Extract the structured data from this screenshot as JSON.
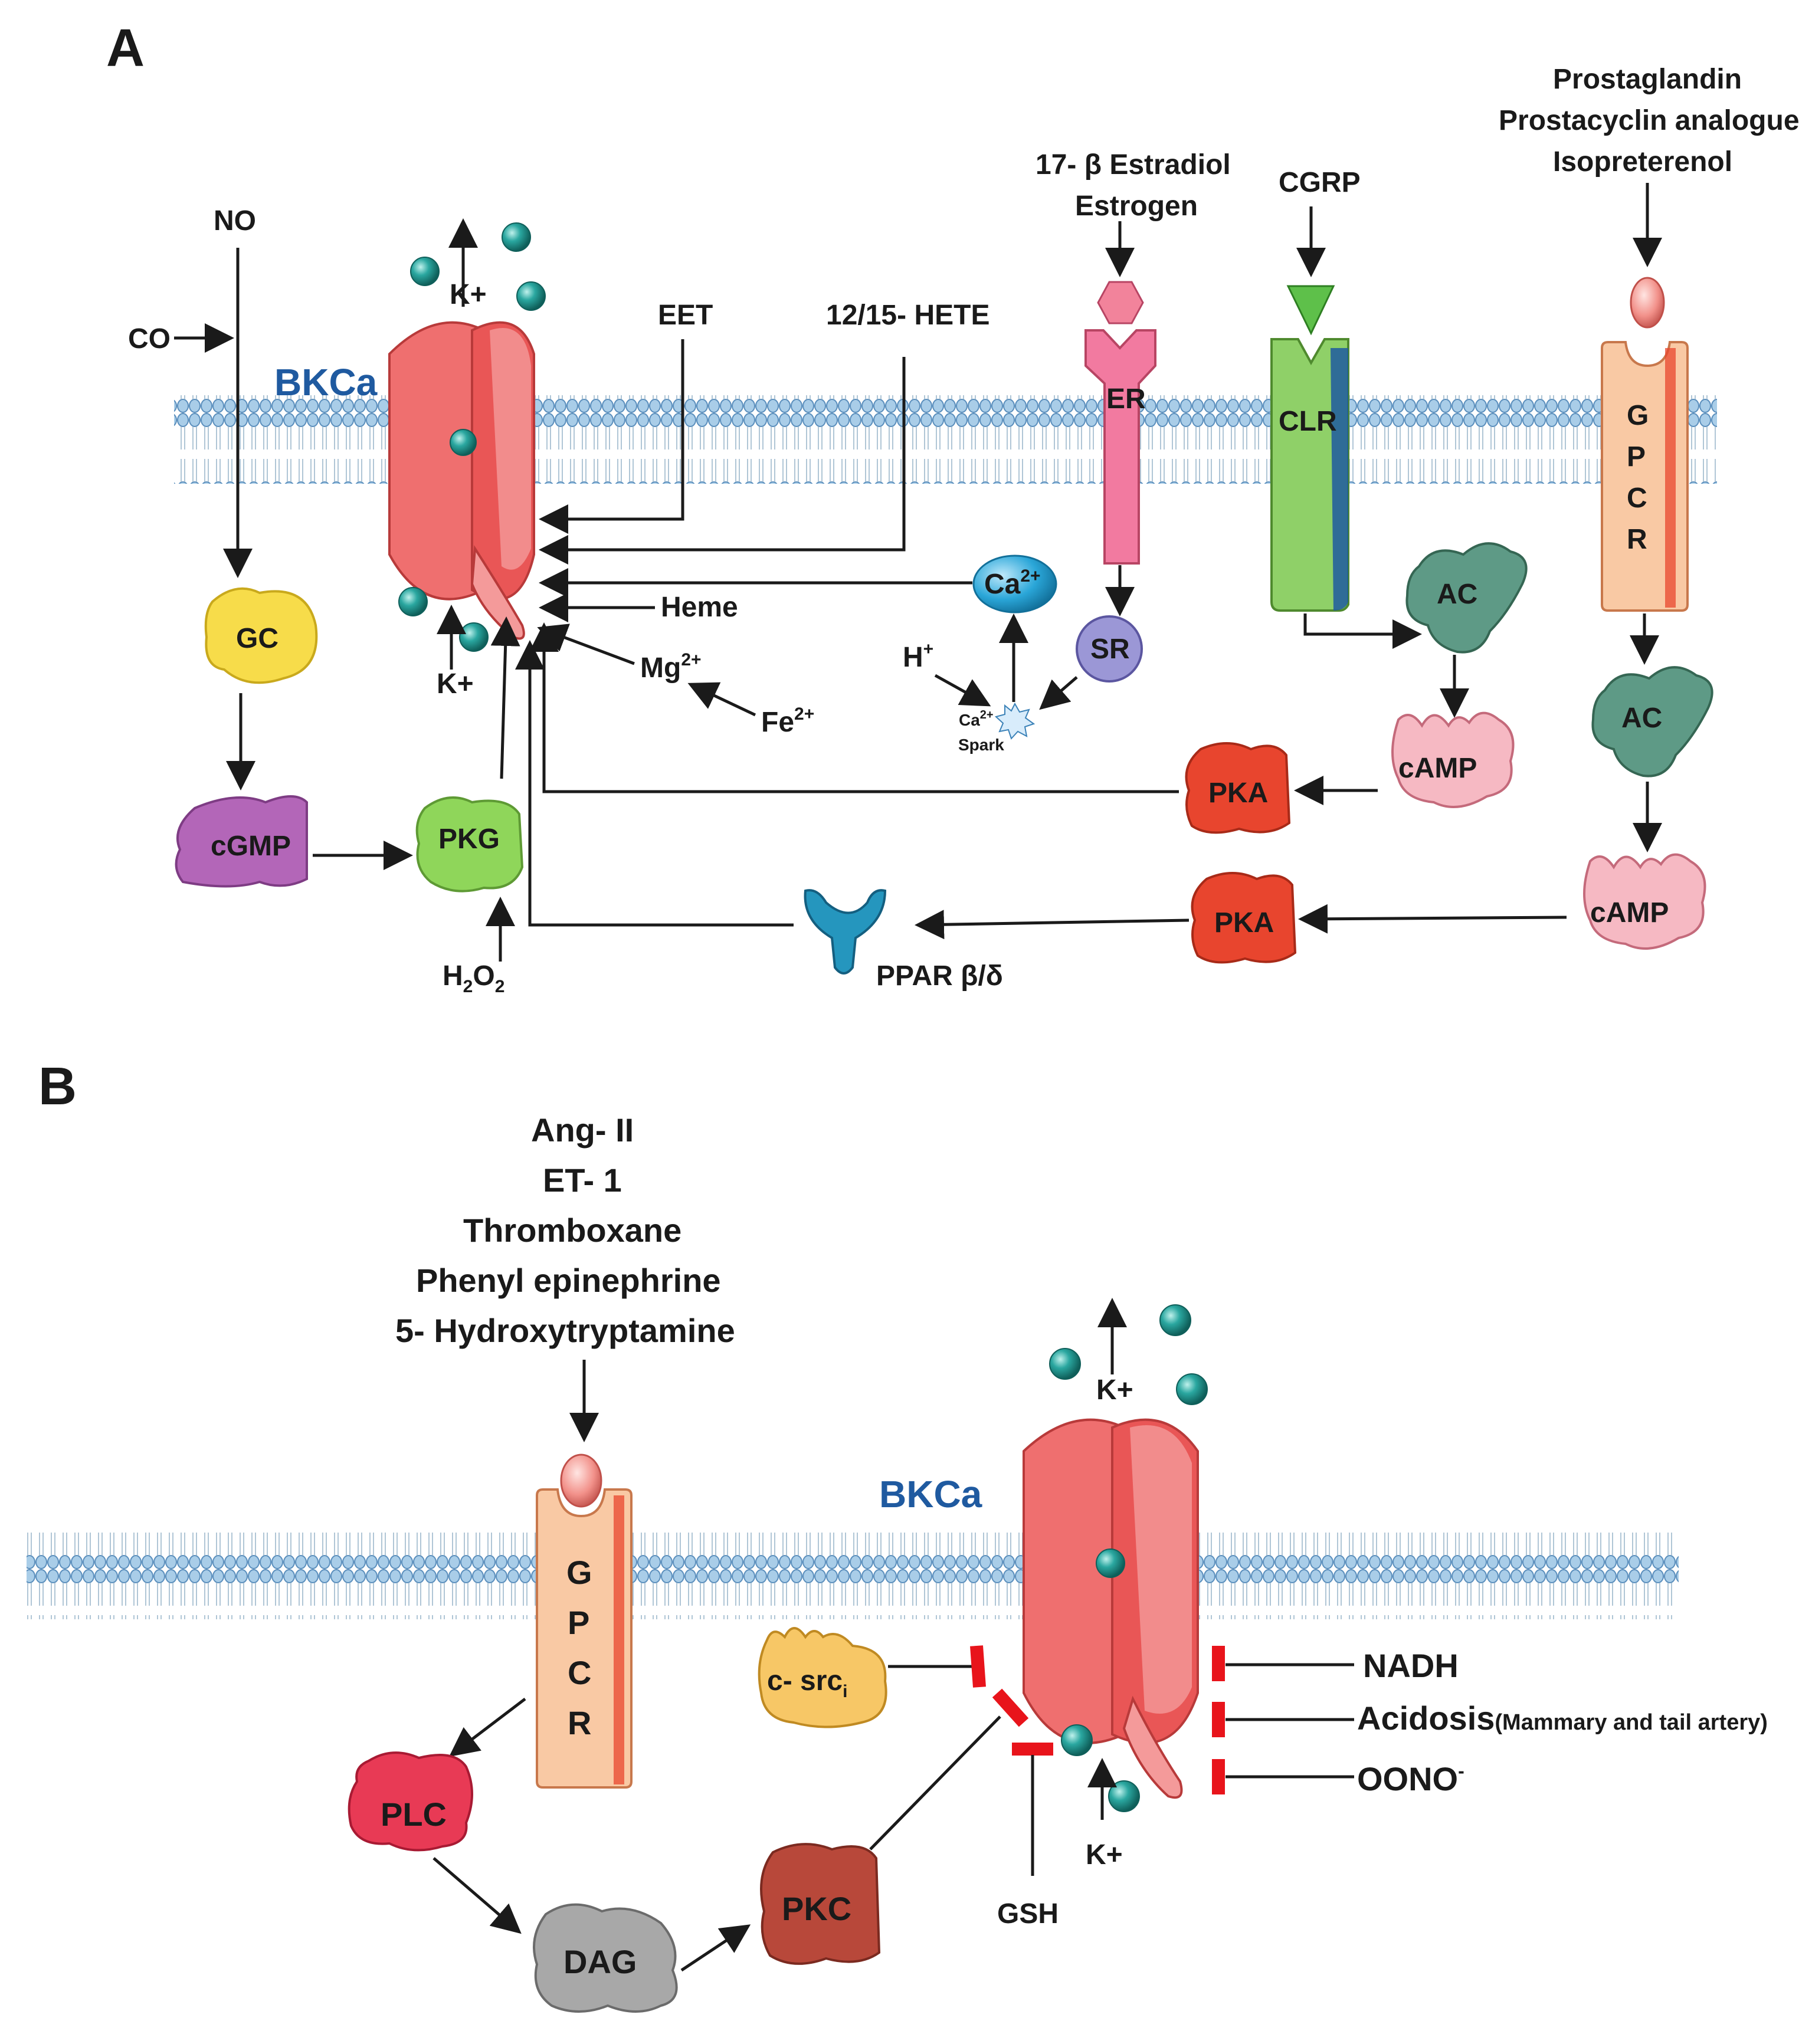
{
  "colors": {
    "membrane_head": "#a9cde8",
    "membrane_head_stroke": "#5b8fbd",
    "channel": "#ef6f6f",
    "channel_dark": "#c0392b",
    "ion": "#2aa7a0",
    "gc": "#f7dc4a",
    "cgmp": "#b366b8",
    "pkg": "#8fd65a",
    "pka": "#e8452e",
    "camp": "#f6b9c3",
    "ac": "#5e9a86",
    "ca": "#2aa6d8",
    "sr": "#9b97d6",
    "er": "#f27aa0",
    "clr": "#8fd068",
    "gpcr": "#f9c9a4",
    "ppar": "#2596be",
    "plc": "#e83a55",
    "dag": "#a8a8a8",
    "pkc": "#b8483a",
    "csrc": "#f7c766",
    "inhibitor": "#e8141b"
  },
  "icons": [
    "membrane-bilayer",
    "bkca-channel-icon",
    "potassium-ion-icon",
    "receptor-icon",
    "enzyme-icon"
  ],
  "panelA": {
    "letter": "A",
    "bkca_label": "BKCa",
    "labels": {
      "no": "NO",
      "co": "CO",
      "k_out": "K+",
      "k_in": "K+",
      "eet": "EET",
      "hete": "12/15- HETE",
      "estradiol": "17- β Estradiol",
      "estrogen": "Estrogen",
      "cgrp": "CGRP",
      "prostaglandin": "Prostaglandin",
      "prostacyclin": "Prostacyclin analogue",
      "isopreterenol": "Isopreterenol",
      "er": "ER",
      "clr": "CLR",
      "gpcr": [
        "G",
        "P",
        "C",
        "R"
      ],
      "gc": "GC",
      "cgmp": "cGMP",
      "pkg": "PKG",
      "h2o2": "H",
      "h2o2_sub1": "2",
      "h2o2_o": "O",
      "h2o2_sub2": "2",
      "ca": "Ca",
      "ca_sup": "2+",
      "heme": "Heme",
      "mg": "Mg",
      "mg_sup": "2+",
      "fe": "Fe",
      "fe_sup": "2+",
      "h": "H",
      "h_sup": "+",
      "spark_ca": "Ca",
      "spark_ca_sup": "2+",
      "spark": "Spark",
      "sr": "SR",
      "ac1": "AC",
      "ac2": "AC",
      "camp1": "cAMP",
      "camp2": "cAMP",
      "pka1": "PKA",
      "pka2": "PKA",
      "ppar": "PPAR β/δ"
    }
  },
  "panelB": {
    "letter": "B",
    "bkca_label": "BKCa",
    "agonists": [
      "Ang- II",
      "ET- 1",
      "Thromboxane",
      "Phenyl epinephrine",
      "5- Hydroxytryptamine"
    ],
    "labels": {
      "gpcr": [
        "G",
        "P",
        "C",
        "R"
      ],
      "plc": "PLC",
      "dag": "DAG",
      "pkc": "PKC",
      "csrc": "c- src",
      "csrc_sub": "i",
      "gsh": "GSH",
      "k_out": "K+",
      "k_in": "K+",
      "nadh": "NADH",
      "acidosis": "Acidosis",
      "acidosis_note": "(Mammary and tail artery)",
      "oono": "OONO",
      "oono_sup": "-"
    }
  }
}
